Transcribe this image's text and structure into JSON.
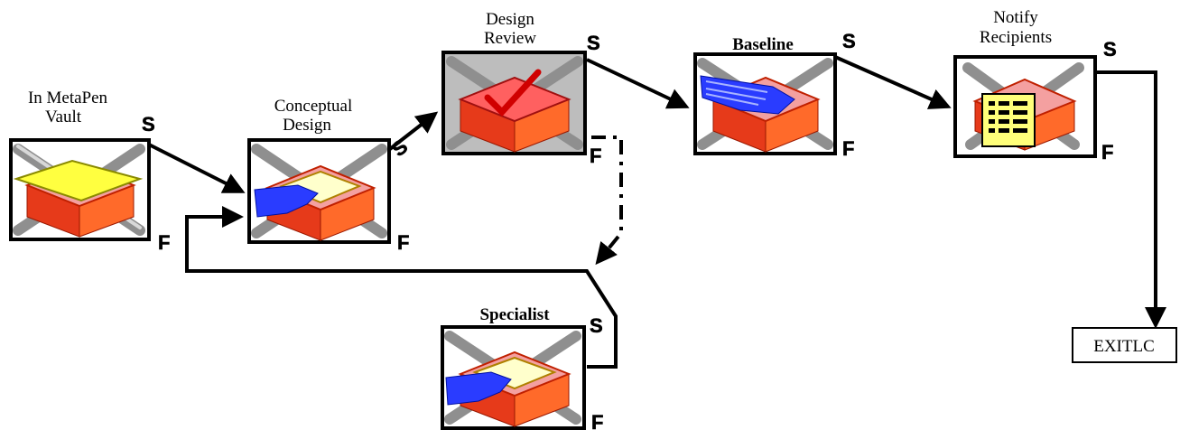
{
  "nodes": {
    "vault": {
      "label_lines": [
        "In MetaPen",
        "Vault"
      ],
      "icon": "vault-icon"
    },
    "conceptual": {
      "label_lines": [
        "Conceptual",
        "Design"
      ],
      "icon": "hand-icon"
    },
    "review": {
      "label_lines": [
        "Design",
        "Review"
      ],
      "icon": "checkmark-icon"
    },
    "baseline": {
      "label_lines": [
        "Baseline"
      ],
      "icon": "blue-flow-icon"
    },
    "notify": {
      "label_lines": [
        "Notify",
        "Recipients"
      ],
      "icon": "notepad-icon"
    },
    "specialist": {
      "label_lines": [
        "Specialist"
      ],
      "icon": "hand-icon"
    }
  },
  "markers": {
    "success": "S",
    "failure": "F"
  },
  "exit": {
    "label": "EXITLC"
  },
  "colors": {
    "box_red": "#e63a1a",
    "box_orange": "#ff6a2a",
    "box_pink": "#f4a0a0",
    "pipe": "#8f8f8f",
    "hand": "#2a3cff",
    "pad": "#ffff7a"
  }
}
